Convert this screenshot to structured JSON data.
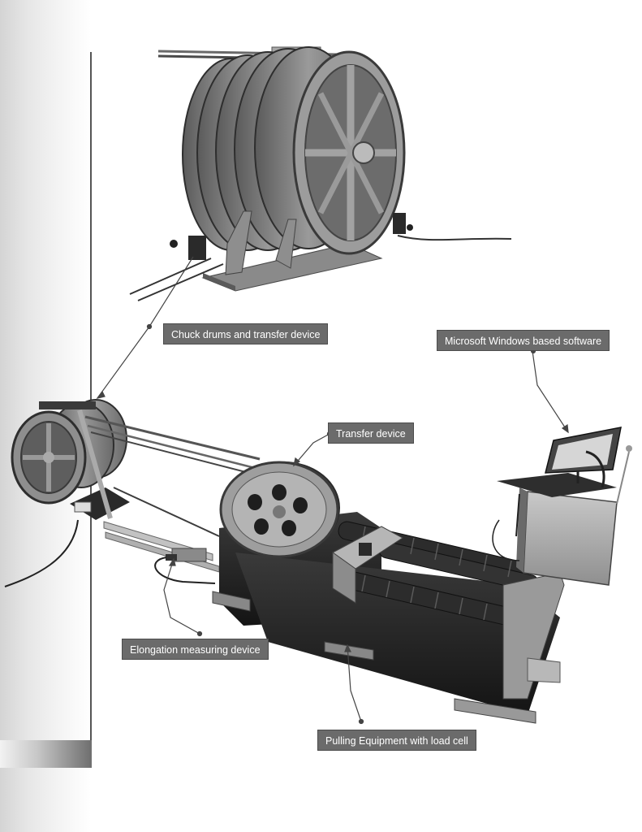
{
  "callouts": {
    "chuck_drums": "Chuck drums and transfer device",
    "software": "Microsoft Windows based software",
    "transfer_device": "Transfer device",
    "elongation": "Elongation measuring device",
    "pulling": "Pulling Equipment with load cell"
  }
}
